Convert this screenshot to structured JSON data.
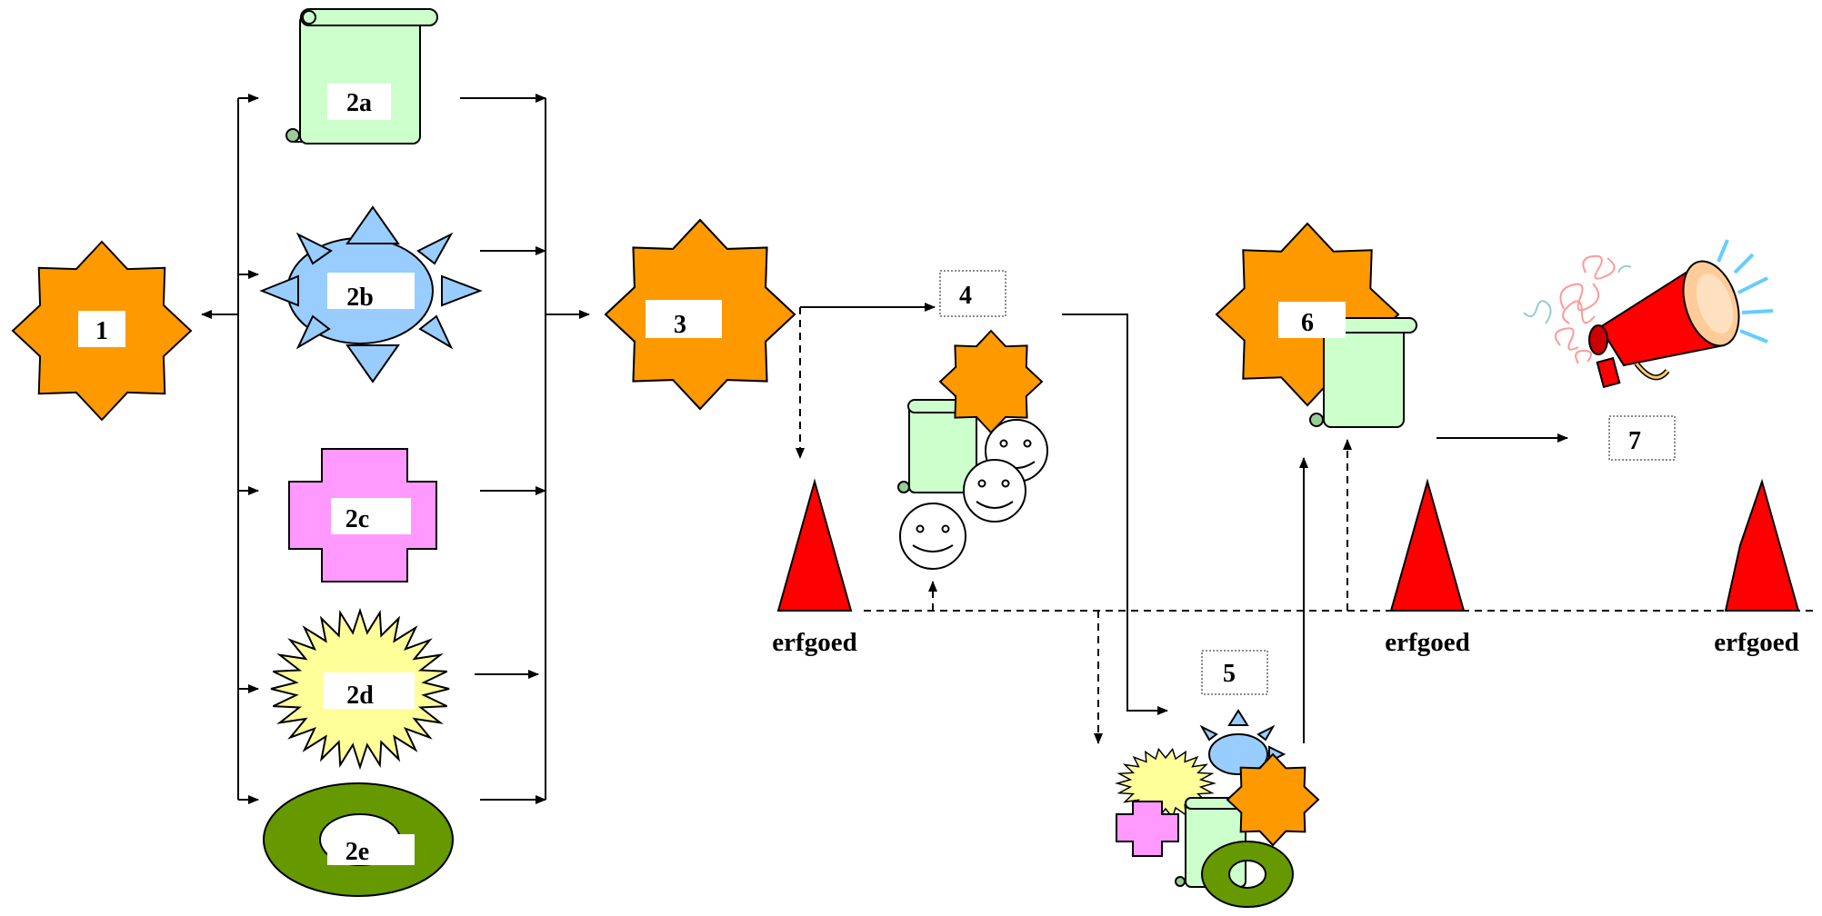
{
  "diagram": {
    "steps": {
      "s1": "1",
      "s2a": "2a",
      "s2b": "2b",
      "s2c": "2c",
      "s2d": "2d",
      "s2e": "2e",
      "s3": "3",
      "s4": "4",
      "s5": "5",
      "s6": "6",
      "s7": "7"
    },
    "heritage": {
      "a": "erfgoed",
      "b": "erfgoed",
      "c": "erfgoed"
    },
    "colors": {
      "orange": "#FF9900",
      "mint": "#CCFFCC",
      "sky": "#99CCFF",
      "pink": "#FF99FF",
      "yellow": "#FFFF99",
      "olive": "#669900",
      "red": "#FF0000"
    }
  }
}
